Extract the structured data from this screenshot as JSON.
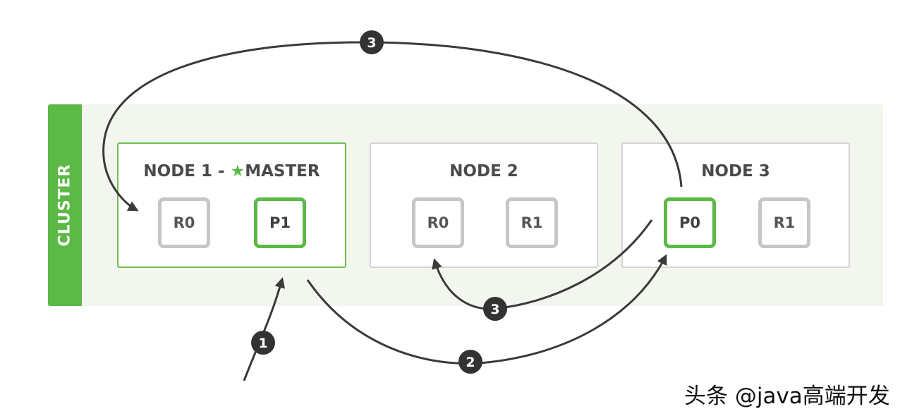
{
  "cluster": {
    "label": "CLUSTER"
  },
  "nodes": [
    {
      "title": "NODE 1 - ",
      "master_suffix": "MASTER",
      "star_icon": "star-icon",
      "shards": [
        "R0",
        "P1"
      ]
    },
    {
      "title": "NODE 2",
      "shards": [
        "R0",
        "R1"
      ]
    },
    {
      "title": "NODE 3",
      "shards": [
        "P0",
        "R1"
      ]
    }
  ],
  "steps": {
    "step1": "1",
    "step2": "2",
    "step3_top": "3",
    "step3_bottom": "3"
  },
  "watermark": "头条 @java高端开发",
  "colors": {
    "accent": "#5cb946",
    "replica_border": "#c6c6c6",
    "arrow": "#3a3a3a"
  }
}
